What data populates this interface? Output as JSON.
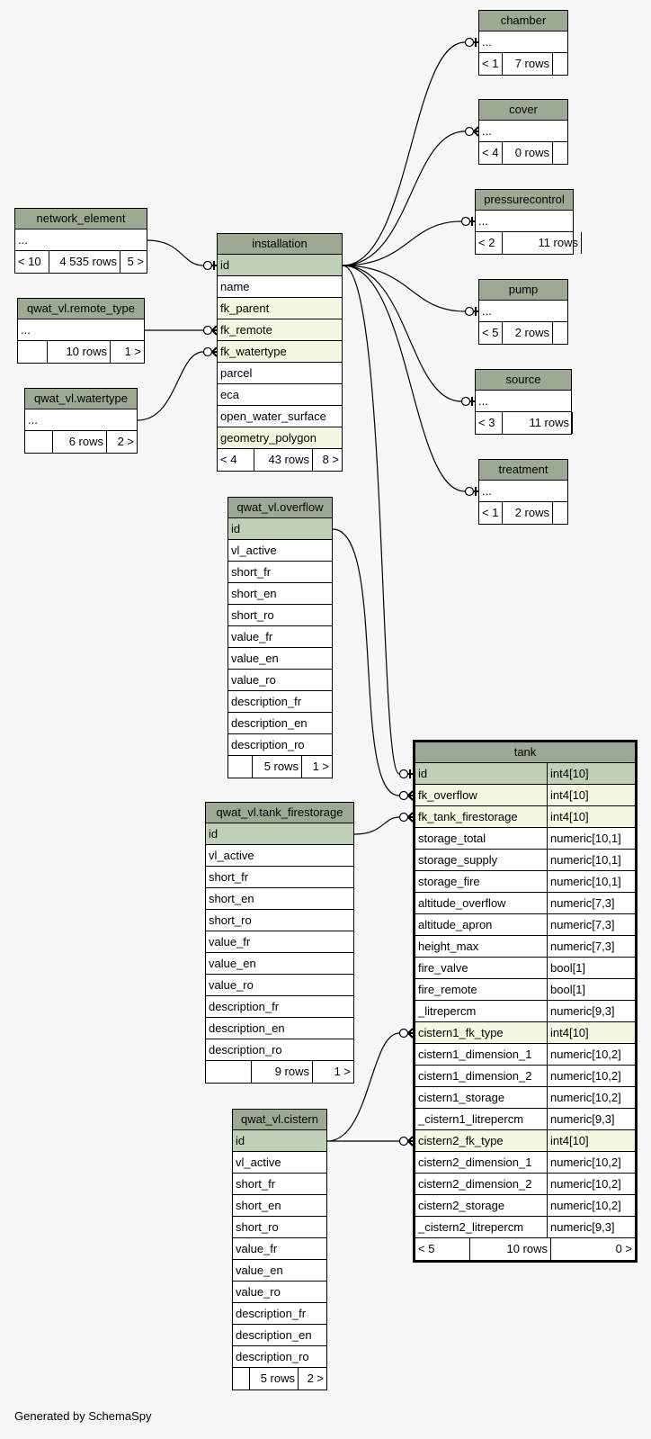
{
  "colors": {
    "background": "#f7f7f7",
    "header": "#9caa94",
    "pk_row": "#bfd0b6",
    "fk_row": "#f4f8e0"
  },
  "footer": "Generated by SchemaSpy",
  "tables": {
    "chamber": {
      "name": "chamber",
      "cols": [
        {
          "name": "..."
        }
      ],
      "stats": [
        "< 1",
        "7 rows",
        ""
      ]
    },
    "cover": {
      "name": "cover",
      "cols": [
        {
          "name": "..."
        }
      ],
      "stats": [
        "< 4",
        "0 rows",
        ""
      ]
    },
    "pressurecontrol": {
      "name": "pressurecontrol",
      "cols": [
        {
          "name": "..."
        }
      ],
      "stats": [
        "< 2",
        "11 rows",
        ""
      ]
    },
    "pump": {
      "name": "pump",
      "cols": [
        {
          "name": "..."
        }
      ],
      "stats": [
        "< 5",
        "2 rows",
        ""
      ]
    },
    "source": {
      "name": "source",
      "cols": [
        {
          "name": "..."
        }
      ],
      "stats": [
        "< 3",
        "11 rows",
        ""
      ]
    },
    "treatment": {
      "name": "treatment",
      "cols": [
        {
          "name": "..."
        }
      ],
      "stats": [
        "< 1",
        "2 rows",
        ""
      ]
    },
    "network_element": {
      "name": "network_element",
      "cols": [
        {
          "name": "..."
        }
      ],
      "stats": [
        "< 10",
        "4 535 rows",
        "5 >"
      ]
    },
    "remote_type": {
      "name": "qwat_vl.remote_type",
      "cols": [
        {
          "name": "..."
        }
      ],
      "stats": [
        "",
        "10 rows",
        "1 >"
      ]
    },
    "watertype": {
      "name": "qwat_vl.watertype",
      "cols": [
        {
          "name": "..."
        }
      ],
      "stats": [
        "",
        "6 rows",
        "2 >"
      ]
    },
    "installation": {
      "name": "installation",
      "cols": [
        {
          "name": "id",
          "kind": "pk"
        },
        {
          "name": "name"
        },
        {
          "name": "fk_parent",
          "kind": "fk"
        },
        {
          "name": "fk_remote",
          "kind": "fk"
        },
        {
          "name": "fk_watertype",
          "kind": "fk"
        },
        {
          "name": "parcel"
        },
        {
          "name": "eca"
        },
        {
          "name": "open_water_surface"
        },
        {
          "name": "geometry_polygon",
          "kind": "fk"
        }
      ],
      "stats": [
        "< 4",
        "43 rows",
        "8 >"
      ]
    },
    "overflow": {
      "name": "qwat_vl.overflow",
      "cols": [
        {
          "name": "id",
          "kind": "pk"
        },
        {
          "name": "vl_active"
        },
        {
          "name": "short_fr"
        },
        {
          "name": "short_en"
        },
        {
          "name": "short_ro"
        },
        {
          "name": "value_fr"
        },
        {
          "name": "value_en"
        },
        {
          "name": "value_ro"
        },
        {
          "name": "description_fr"
        },
        {
          "name": "description_en"
        },
        {
          "name": "description_ro"
        }
      ],
      "stats": [
        "",
        "5 rows",
        "1 >"
      ]
    },
    "tank_firestorage": {
      "name": "qwat_vl.tank_firestorage",
      "cols": [
        {
          "name": "id",
          "kind": "pk"
        },
        {
          "name": "vl_active"
        },
        {
          "name": "short_fr"
        },
        {
          "name": "short_en"
        },
        {
          "name": "short_ro"
        },
        {
          "name": "value_fr"
        },
        {
          "name": "value_en"
        },
        {
          "name": "value_ro"
        },
        {
          "name": "description_fr"
        },
        {
          "name": "description_en"
        },
        {
          "name": "description_ro"
        }
      ],
      "stats": [
        "",
        "9 rows",
        "1 >"
      ]
    },
    "cistern": {
      "name": "qwat_vl.cistern",
      "cols": [
        {
          "name": "id",
          "kind": "pk"
        },
        {
          "name": "vl_active"
        },
        {
          "name": "short_fr"
        },
        {
          "name": "short_en"
        },
        {
          "name": "short_ro"
        },
        {
          "name": "value_fr"
        },
        {
          "name": "value_en"
        },
        {
          "name": "value_ro"
        },
        {
          "name": "description_fr"
        },
        {
          "name": "description_en"
        },
        {
          "name": "description_ro"
        }
      ],
      "stats": [
        "",
        "5 rows",
        "2 >"
      ]
    },
    "tank": {
      "name": "tank",
      "cols": [
        {
          "name": "id",
          "type": "int4[10]",
          "kind": "pk"
        },
        {
          "name": "fk_overflow",
          "type": "int4[10]",
          "kind": "fk"
        },
        {
          "name": "fk_tank_firestorage",
          "type": "int4[10]",
          "kind": "fk"
        },
        {
          "name": "storage_total",
          "type": "numeric[10,1]"
        },
        {
          "name": "storage_supply",
          "type": "numeric[10,1]"
        },
        {
          "name": "storage_fire",
          "type": "numeric[10,1]"
        },
        {
          "name": "altitude_overflow",
          "type": "numeric[7,3]"
        },
        {
          "name": "altitude_apron",
          "type": "numeric[7,3]"
        },
        {
          "name": "height_max",
          "type": "numeric[7,3]"
        },
        {
          "name": "fire_valve",
          "type": "bool[1]"
        },
        {
          "name": "fire_remote",
          "type": "bool[1]"
        },
        {
          "name": "_litrepercm",
          "type": "numeric[9,3]"
        },
        {
          "name": "cistern1_fk_type",
          "type": "int4[10]",
          "kind": "fk"
        },
        {
          "name": "cistern1_dimension_1",
          "type": "numeric[10,2]"
        },
        {
          "name": "cistern1_dimension_2",
          "type": "numeric[10,2]"
        },
        {
          "name": "cistern1_storage",
          "type": "numeric[10,2]"
        },
        {
          "name": "_cistern1_litrepercm",
          "type": "numeric[9,3]"
        },
        {
          "name": "cistern2_fk_type",
          "type": "int4[10]",
          "kind": "fk"
        },
        {
          "name": "cistern2_dimension_1",
          "type": "numeric[10,2]"
        },
        {
          "name": "cistern2_dimension_2",
          "type": "numeric[10,2]"
        },
        {
          "name": "cistern2_storage",
          "type": "numeric[10,2]"
        },
        {
          "name": "_cistern2_litrepercm",
          "type": "numeric[9,3]"
        }
      ],
      "stats": [
        "< 5",
        "10 rows",
        "0 >"
      ]
    }
  }
}
